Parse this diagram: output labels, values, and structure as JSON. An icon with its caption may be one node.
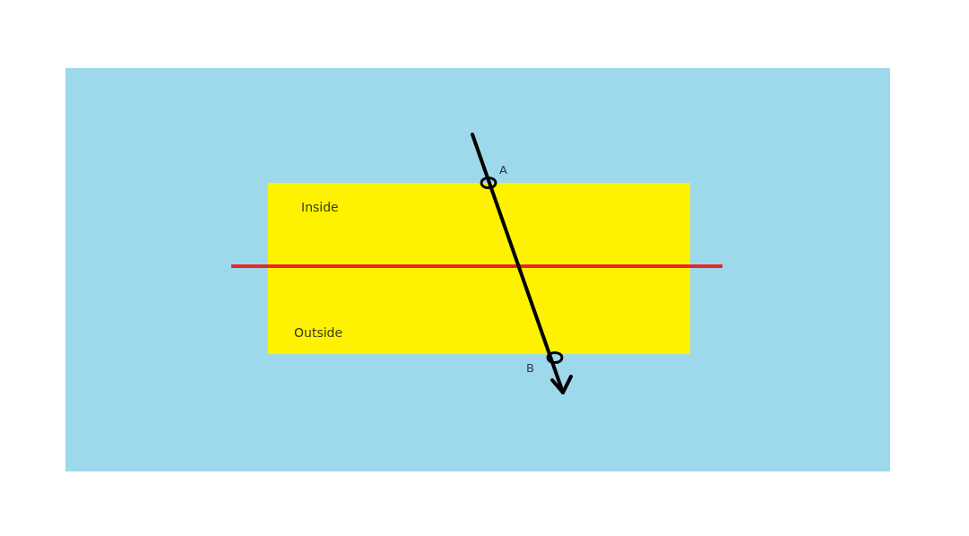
{
  "diagram": {
    "labels": [
      "A",
      "Inside",
      "Outside",
      "B"
    ]
  }
}
